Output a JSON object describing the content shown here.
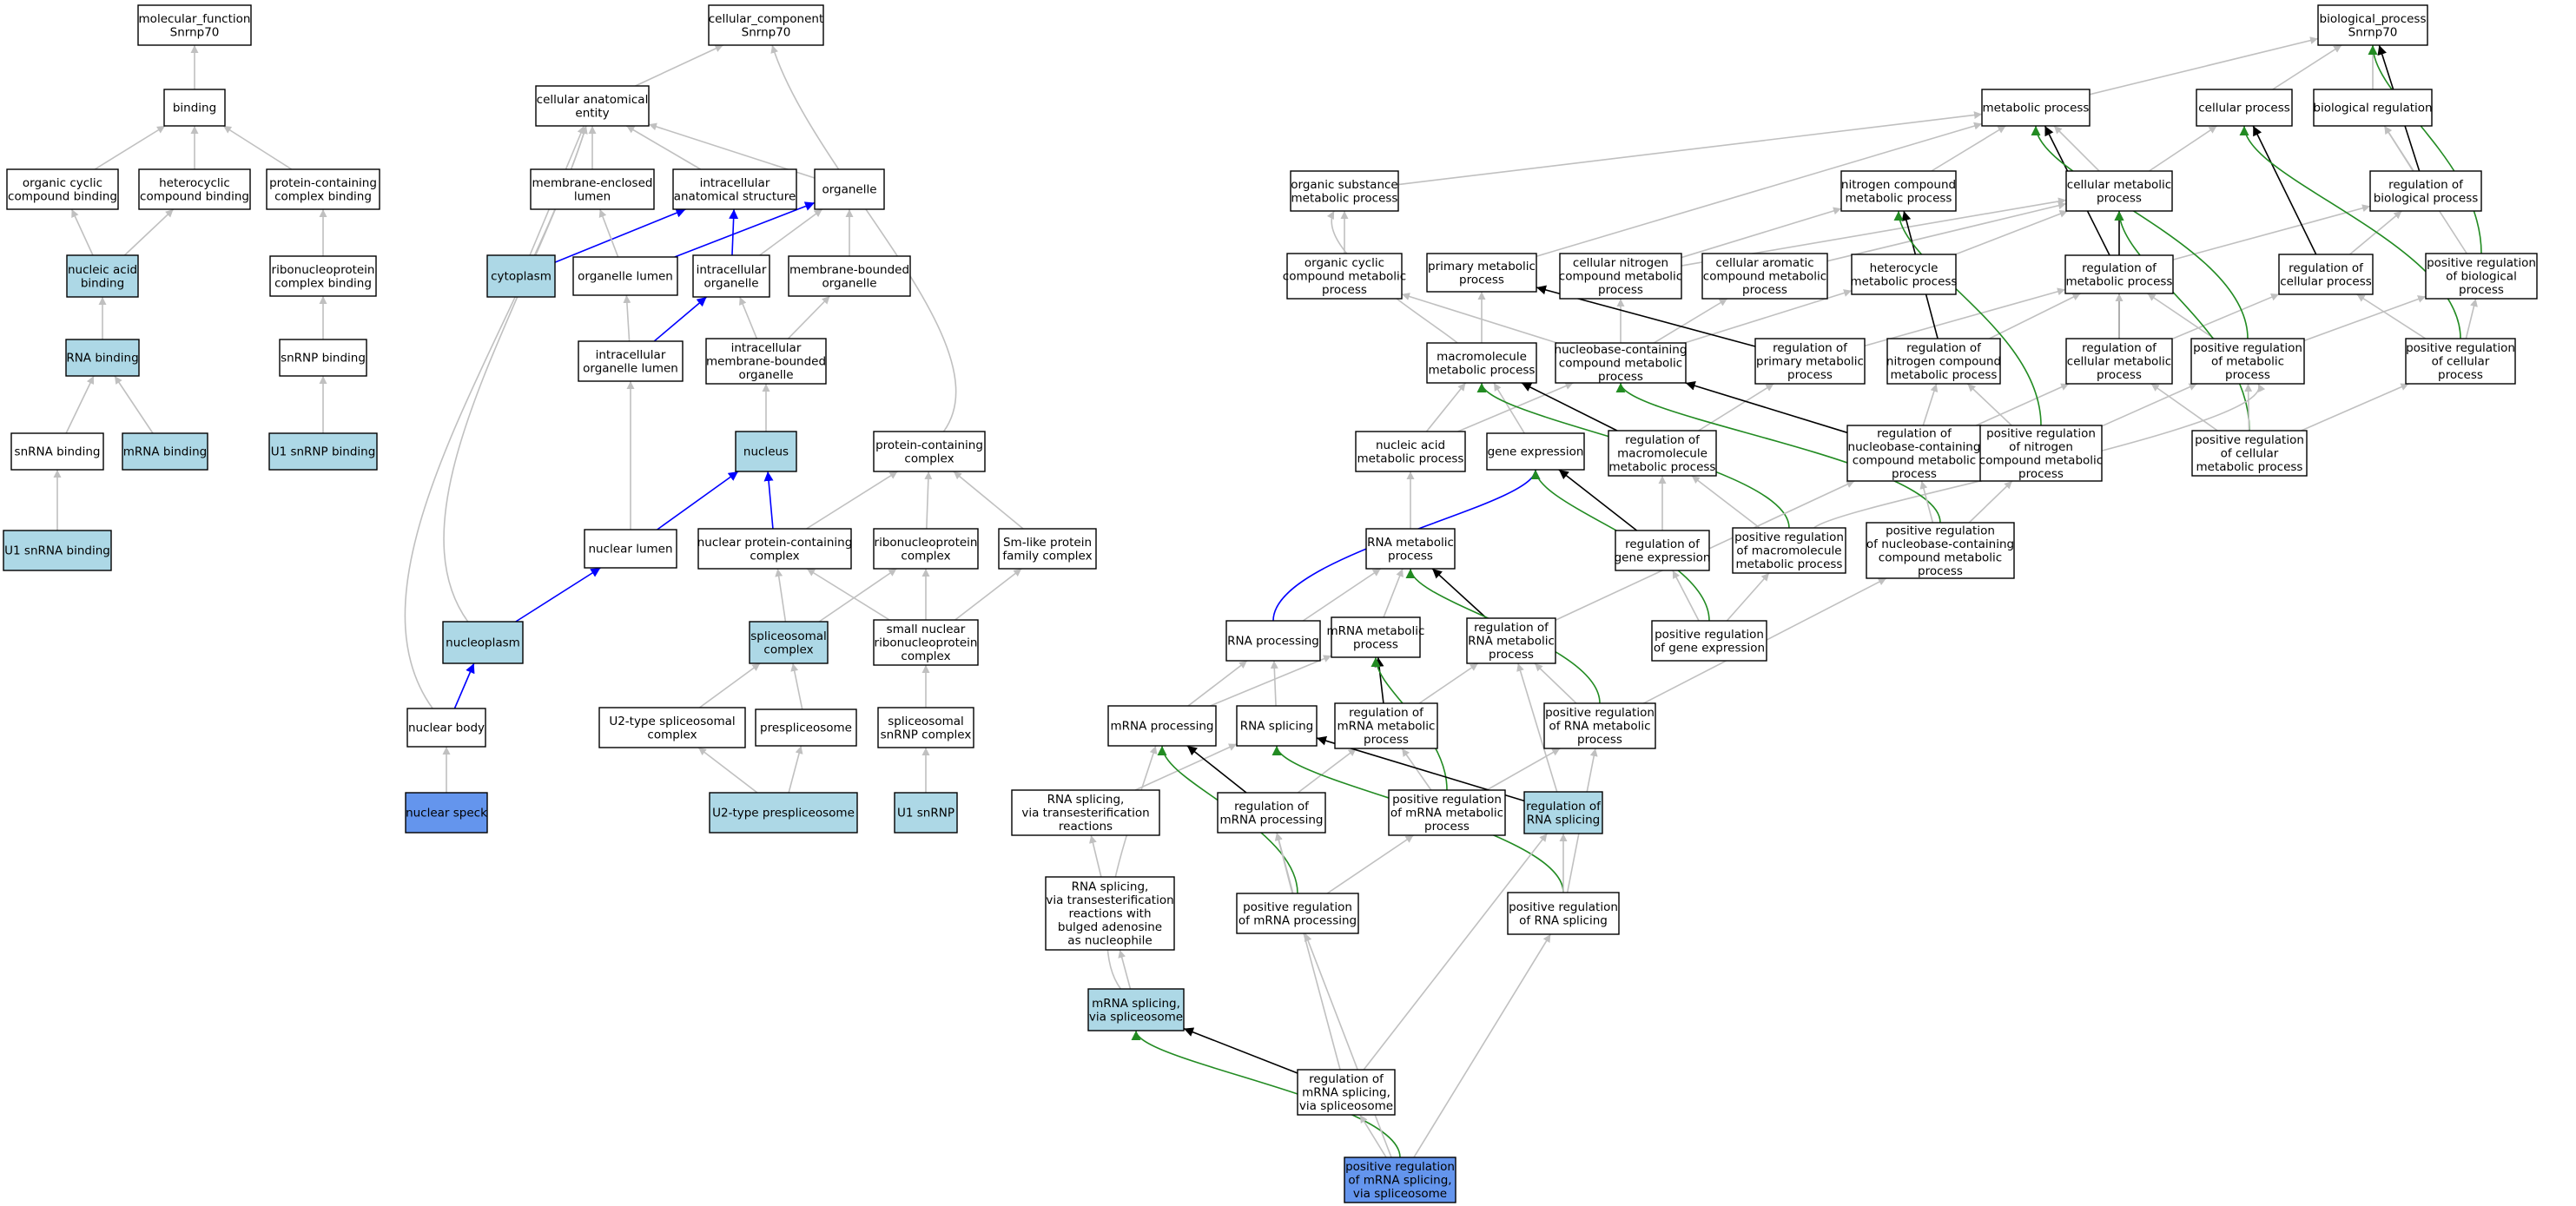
{
  "colors": {
    "normal_fill": "#ffffff",
    "annotated_fill": "#add8e6",
    "query_fill": "#6495ed",
    "is_a_edge": "#c0c0c0",
    "part_of_edge": "#0000ff",
    "regulates_edge": "#000000",
    "positively_regulates_edge": "#228b22"
  },
  "nodes": {
    "mf_root": [
      "molecular_function",
      "Snrnp70"
    ],
    "binding": [
      "binding"
    ],
    "ocb": [
      "organic cyclic",
      "compound binding"
    ],
    "hcb": [
      "heterocyclic",
      "compound binding"
    ],
    "pcb": [
      "protein-containing",
      "complex binding"
    ],
    "nab": [
      "nucleic acid",
      "binding"
    ],
    "rncb": [
      "ribonucleoprotein",
      "complex binding"
    ],
    "rnab": [
      "RNA binding"
    ],
    "snrnpb": [
      "snRNP binding"
    ],
    "snrnab": [
      "snRNA binding"
    ],
    "mrnab": [
      "mRNA binding"
    ],
    "u1snrnpb": [
      "U1 snRNP binding"
    ],
    "u1snrnab": [
      "U1 snRNA binding"
    ],
    "cc_root": [
      "cellular_component",
      "Snrnp70"
    ],
    "cae": [
      "cellular anatomical",
      "entity"
    ],
    "mel": [
      "membrane-enclosed",
      "lumen"
    ],
    "ias": [
      "intracellular",
      "anatomical structure"
    ],
    "organelle": [
      "organelle"
    ],
    "cytoplasm": [
      "cytoplasm"
    ],
    "olumen": [
      "organelle lumen"
    ],
    "iorg": [
      "intracellular",
      "organelle"
    ],
    "mbo": [
      "membrane-bounded",
      "organelle"
    ],
    "iol": [
      "intracellular",
      "organelle lumen"
    ],
    "imbo": [
      "intracellular",
      "membrane-bounded",
      "organelle"
    ],
    "nucleus": [
      "nucleus"
    ],
    "pcc": [
      "protein-containing",
      "complex"
    ],
    "nlumen": [
      "nuclear lumen"
    ],
    "npcc": [
      "nuclear protein-containing",
      "complex"
    ],
    "rnpc": [
      "ribonucleoprotein",
      "complex"
    ],
    "smlike": [
      "Sm-like protein",
      "family complex"
    ],
    "nucleoplasm": [
      "nucleoplasm"
    ],
    "spliceosomal": [
      "spliceosomal",
      "complex"
    ],
    "snrnp": [
      "small nuclear",
      "ribonucleoprotein",
      "complex"
    ],
    "nbody": [
      "nuclear body"
    ],
    "u2type": [
      "U2-type spliceosomal",
      "complex"
    ],
    "prespl": [
      "prespliceosome"
    ],
    "ssnrnp": [
      "spliceosomal",
      "snRNP complex"
    ],
    "nspeck": [
      "nuclear speck"
    ],
    "u2pre": [
      "U2-type prespliceosome"
    ],
    "u1snrnp": [
      "U1 snRNP"
    ],
    "bp_root": [
      "biological_process",
      "Snrnp70"
    ],
    "metproc": [
      "metabolic process"
    ],
    "cellproc": [
      "cellular process"
    ],
    "bioreg": [
      "biological regulation"
    ],
    "osmp": [
      "organic substance",
      "metabolic process"
    ],
    "ncmp": [
      "nitrogen compound",
      "metabolic process"
    ],
    "cmp": [
      "cellular metabolic",
      "process"
    ],
    "regbp": [
      "regulation of",
      "biological process"
    ],
    "occmp": [
      "organic cyclic",
      "compound metabolic",
      "process"
    ],
    "pmp": [
      "primary metabolic",
      "process"
    ],
    "cncmp": [
      "cellular nitrogen",
      "compound metabolic",
      "process"
    ],
    "cacmp": [
      "cellular aromatic",
      "compound metabolic",
      "process"
    ],
    "hmp": [
      "heterocycle",
      "metabolic process"
    ],
    "regmp": [
      "regulation of",
      "metabolic process"
    ],
    "regcp": [
      "regulation of",
      "cellular process"
    ],
    "posregbp": [
      "positive regulation",
      "of biological",
      "process"
    ],
    "macromp": [
      "macromolecule",
      "metabolic process"
    ],
    "nbcmp": [
      "nucleobase-containing",
      "compound metabolic",
      "process"
    ],
    "regpmp": [
      "regulation of",
      "primary metabolic",
      "process"
    ],
    "regncmp": [
      "regulation of",
      "nitrogen compound",
      "metabolic process"
    ],
    "regcmp": [
      "regulation of",
      "cellular metabolic",
      "process"
    ],
    "posregmp": [
      "positive regulation",
      "of metabolic",
      "process"
    ],
    "posregcp": [
      "positive regulation",
      "of cellular",
      "process"
    ],
    "namp": [
      "nucleic acid",
      "metabolic process"
    ],
    "geneexp": [
      "gene expression"
    ],
    "regmacromp": [
      "regulation of",
      "macromolecule",
      "metabolic process"
    ],
    "regnbcmp": [
      "regulation of",
      "nucleobase-containing",
      "compound metabolic",
      "process"
    ],
    "posregncmp": [
      "positive regulation",
      "of nitrogen",
      "compound metabolic",
      "process"
    ],
    "posregcmp": [
      "positive regulation",
      "of cellular",
      "metabolic process"
    ],
    "rnamp": [
      "RNA metabolic",
      "process"
    ],
    "reggeneexp": [
      "regulation of",
      "gene expression"
    ],
    "posregmacromp": [
      "positive regulation",
      "of macromolecule",
      "metabolic process"
    ],
    "posregnbcmp": [
      "positive regulation",
      "of nucleobase-containing",
      "compound metabolic",
      "process"
    ],
    "rnaproc": [
      "RNA processing"
    ],
    "mrnamp": [
      "mRNA metabolic",
      "process"
    ],
    "regrnamp": [
      "regulation of",
      "RNA metabolic",
      "process"
    ],
    "posreggeneexp": [
      "positive regulation",
      "of gene expression"
    ],
    "mrnaproc": [
      "mRNA processing"
    ],
    "rnasplicing": [
      "RNA splicing"
    ],
    "regmrnamp": [
      "regulation of",
      "mRNA metabolic",
      "process"
    ],
    "posregrnamp": [
      "positive regulation",
      "of RNA metabolic",
      "process"
    ],
    "rnasplte": [
      "RNA splicing,",
      "via transesterification",
      "reactions"
    ],
    "regmrnaproc": [
      "regulation of",
      "mRNA processing"
    ],
    "posregmrnamp": [
      "positive regulation",
      "of mRNA metabolic",
      "process"
    ],
    "regrnasplicing": [
      "regulation of",
      "RNA splicing"
    ],
    "rnasplba": [
      "RNA splicing,",
      "via transesterification",
      "reactions with",
      "bulged adenosine",
      "as nucleophile"
    ],
    "posregmrnaproc": [
      "positive regulation",
      "of mRNA processing"
    ],
    "posregrnasplicing": [
      "positive regulation",
      "of RNA splicing"
    ],
    "mrnasplsp": [
      "mRNA splicing,",
      "via spliceosome"
    ],
    "regmrnasplsp": [
      "regulation of",
      "mRNA splicing,",
      "via spliceosome"
    ],
    "posregmrnasplsp": [
      "positive regulation",
      "of mRNA splicing,",
      "via spliceosome"
    ]
  }
}
